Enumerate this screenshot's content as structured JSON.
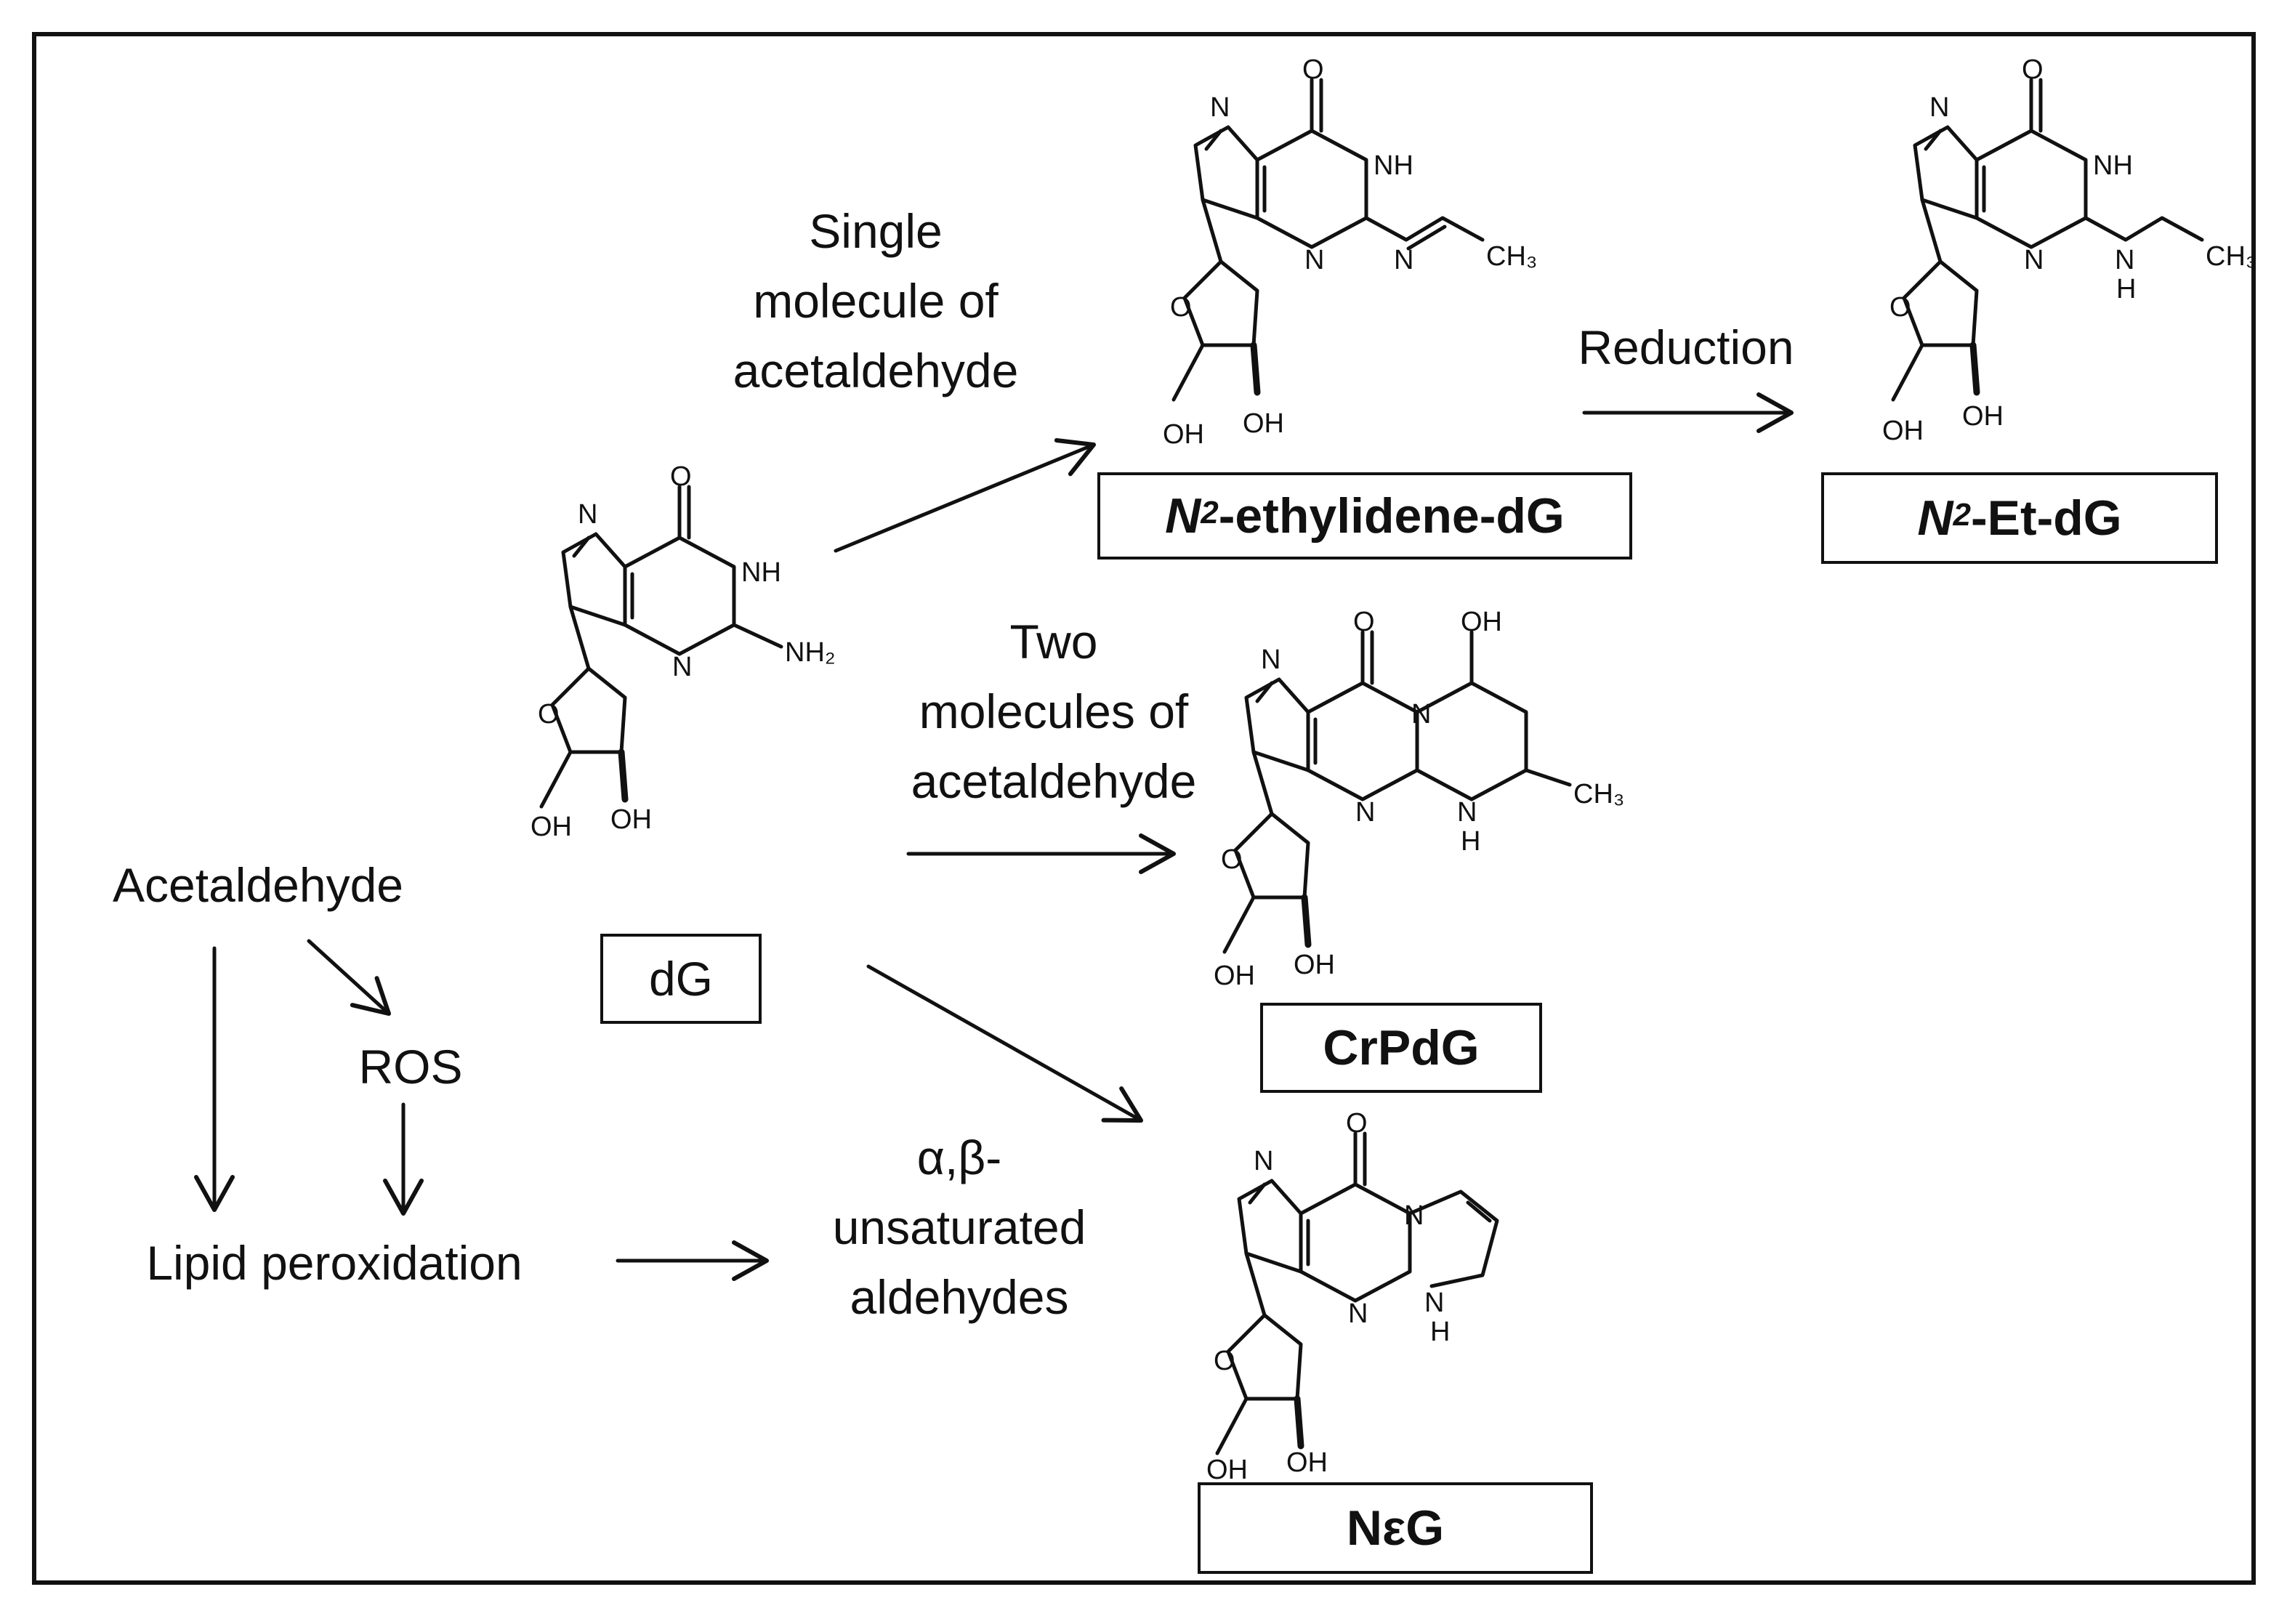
{
  "labels": {
    "single": [
      "Single",
      "molecule of",
      "acetaldehyde"
    ],
    "reduction": "Reduction",
    "two": [
      "Two",
      "molecules of",
      "acetaldehyde"
    ],
    "acetaldehyde": "Acetaldehyde",
    "ros": "ROS",
    "lipid": "Lipid peroxidation",
    "unsat": [
      "α,β-",
      "unsaturated",
      "aldehydes"
    ]
  },
  "boxes": {
    "dg": "dG",
    "ethylidene": {
      "italic": "N",
      "sup": "2",
      "rest": "-ethylidene-dG"
    },
    "etdg": {
      "italic": "N",
      "sup": "2",
      "rest": "-Et-dG"
    },
    "crpdg": "CrPdG",
    "neg": "NεG"
  },
  "atoms": {
    "O": "O",
    "N": "N",
    "NH": "NH",
    "H": "H",
    "OH": "OH",
    "NH2": "NH₂",
    "CH3": "CH₃"
  },
  "molecules": [
    {
      "name": "dG",
      "substituent": "NH₂"
    },
    {
      "name": "N2-ethylidene-dG",
      "substituent": "N=CH-CH₃"
    },
    {
      "name": "N2-Et-dG",
      "substituent": "NH-CH₂-CH₃"
    },
    {
      "name": "CrPdG",
      "substituent": "propano ring with OH and CH₃"
    },
    {
      "name": "NεG",
      "substituent": "etheno ring"
    }
  ]
}
